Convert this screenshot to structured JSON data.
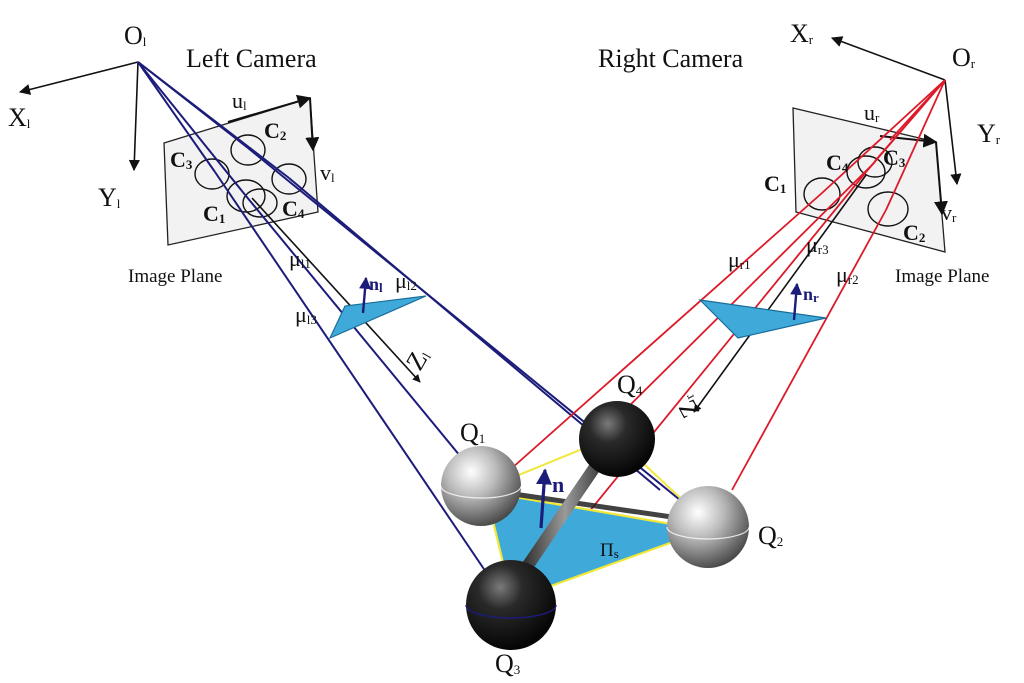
{
  "left_camera": {
    "title": "Left Camera",
    "origin": {
      "base": "O",
      "sub": "l"
    },
    "x_axis": {
      "base": "X",
      "sub": "l"
    },
    "y_axis": {
      "base": "Y",
      "sub": "l"
    },
    "z_axis": {
      "base": "Z",
      "sub": "l"
    },
    "u_axis": {
      "base": "u",
      "sub": "l"
    },
    "v_axis": {
      "base": "v",
      "sub": "l"
    },
    "image_plane": "Image Plane",
    "circles": [
      {
        "base": "C",
        "sub": "1"
      },
      {
        "base": "C",
        "sub": "2"
      },
      {
        "base": "C",
        "sub": "3"
      },
      {
        "base": "C",
        "sub": "4"
      }
    ],
    "mu": [
      {
        "base": "μ",
        "sub": "l1"
      },
      {
        "base": "μ",
        "sub": "l2"
      },
      {
        "base": "μ",
        "sub": "l3"
      }
    ],
    "normal": {
      "base": "n",
      "sub": "l"
    }
  },
  "right_camera": {
    "title": "Right Camera",
    "origin": {
      "base": "O",
      "sub": "r"
    },
    "x_axis": {
      "base": "X",
      "sub": "r"
    },
    "y_axis": {
      "base": "Y",
      "sub": "r"
    },
    "z_axis": {
      "base": "Z",
      "sub": "r"
    },
    "u_axis": {
      "base": "u",
      "sub": "r"
    },
    "v_axis": {
      "base": "v",
      "sub": "r"
    },
    "image_plane": "Image Plane",
    "circles": [
      {
        "base": "C",
        "sub": "1"
      },
      {
        "base": "C",
        "sub": "2"
      },
      {
        "base": "C",
        "sub": "3"
      },
      {
        "base": "C",
        "sub": "4"
      }
    ],
    "mu": [
      {
        "base": "μ",
        "sub": "r1"
      },
      {
        "base": "μ",
        "sub": "r2"
      },
      {
        "base": "μ",
        "sub": "r3"
      }
    ],
    "normal": {
      "base": "n",
      "sub": "r"
    }
  },
  "spheres": [
    {
      "base": "Q",
      "sub": "1"
    },
    {
      "base": "Q",
      "sub": "2"
    },
    {
      "base": "Q",
      "sub": "3"
    },
    {
      "base": "Q",
      "sub": "4"
    }
  ],
  "plane": {
    "base": "Π",
    "sub": "s"
  },
  "normal_vector": "n",
  "colors": {
    "left_rays": "#1c1c7a",
    "right_rays": "#dd1a2a",
    "plane_fill": "#3fa9d9",
    "plane_edge": "#f2e83a"
  }
}
